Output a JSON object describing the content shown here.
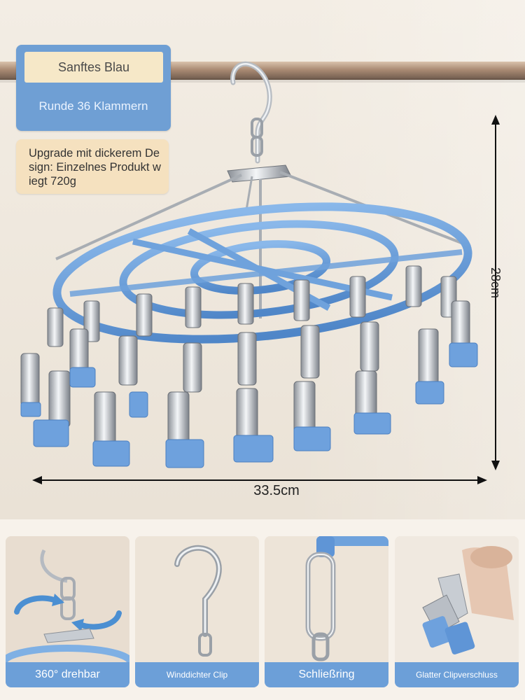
{
  "product_badge": {
    "color_name": "Sanftes Blau",
    "subtitle": "Runde 36 Klammern"
  },
  "upgrade_note": "Upgrade mit dickerem Design: Einzelnes Produkt wiegt 720g",
  "dimensions": {
    "height": "28cm",
    "width": "33.5cm"
  },
  "features": [
    {
      "label": "360° drehbar",
      "icon": "rotation-arrows-icon"
    },
    {
      "label": "Winddichter Clip",
      "icon": "hook-icon"
    },
    {
      "label": "Schließring",
      "icon": "chain-link-icon"
    },
    {
      "label": "Glatter Clipverschluss",
      "icon": "clip-icon"
    }
  ],
  "colors": {
    "badge_blue": "#6f9fd4",
    "badge_cream": "#f6e8c8",
    "hanger_blue": "#6fa2dc",
    "strip_blue": "#6c9fd8"
  }
}
